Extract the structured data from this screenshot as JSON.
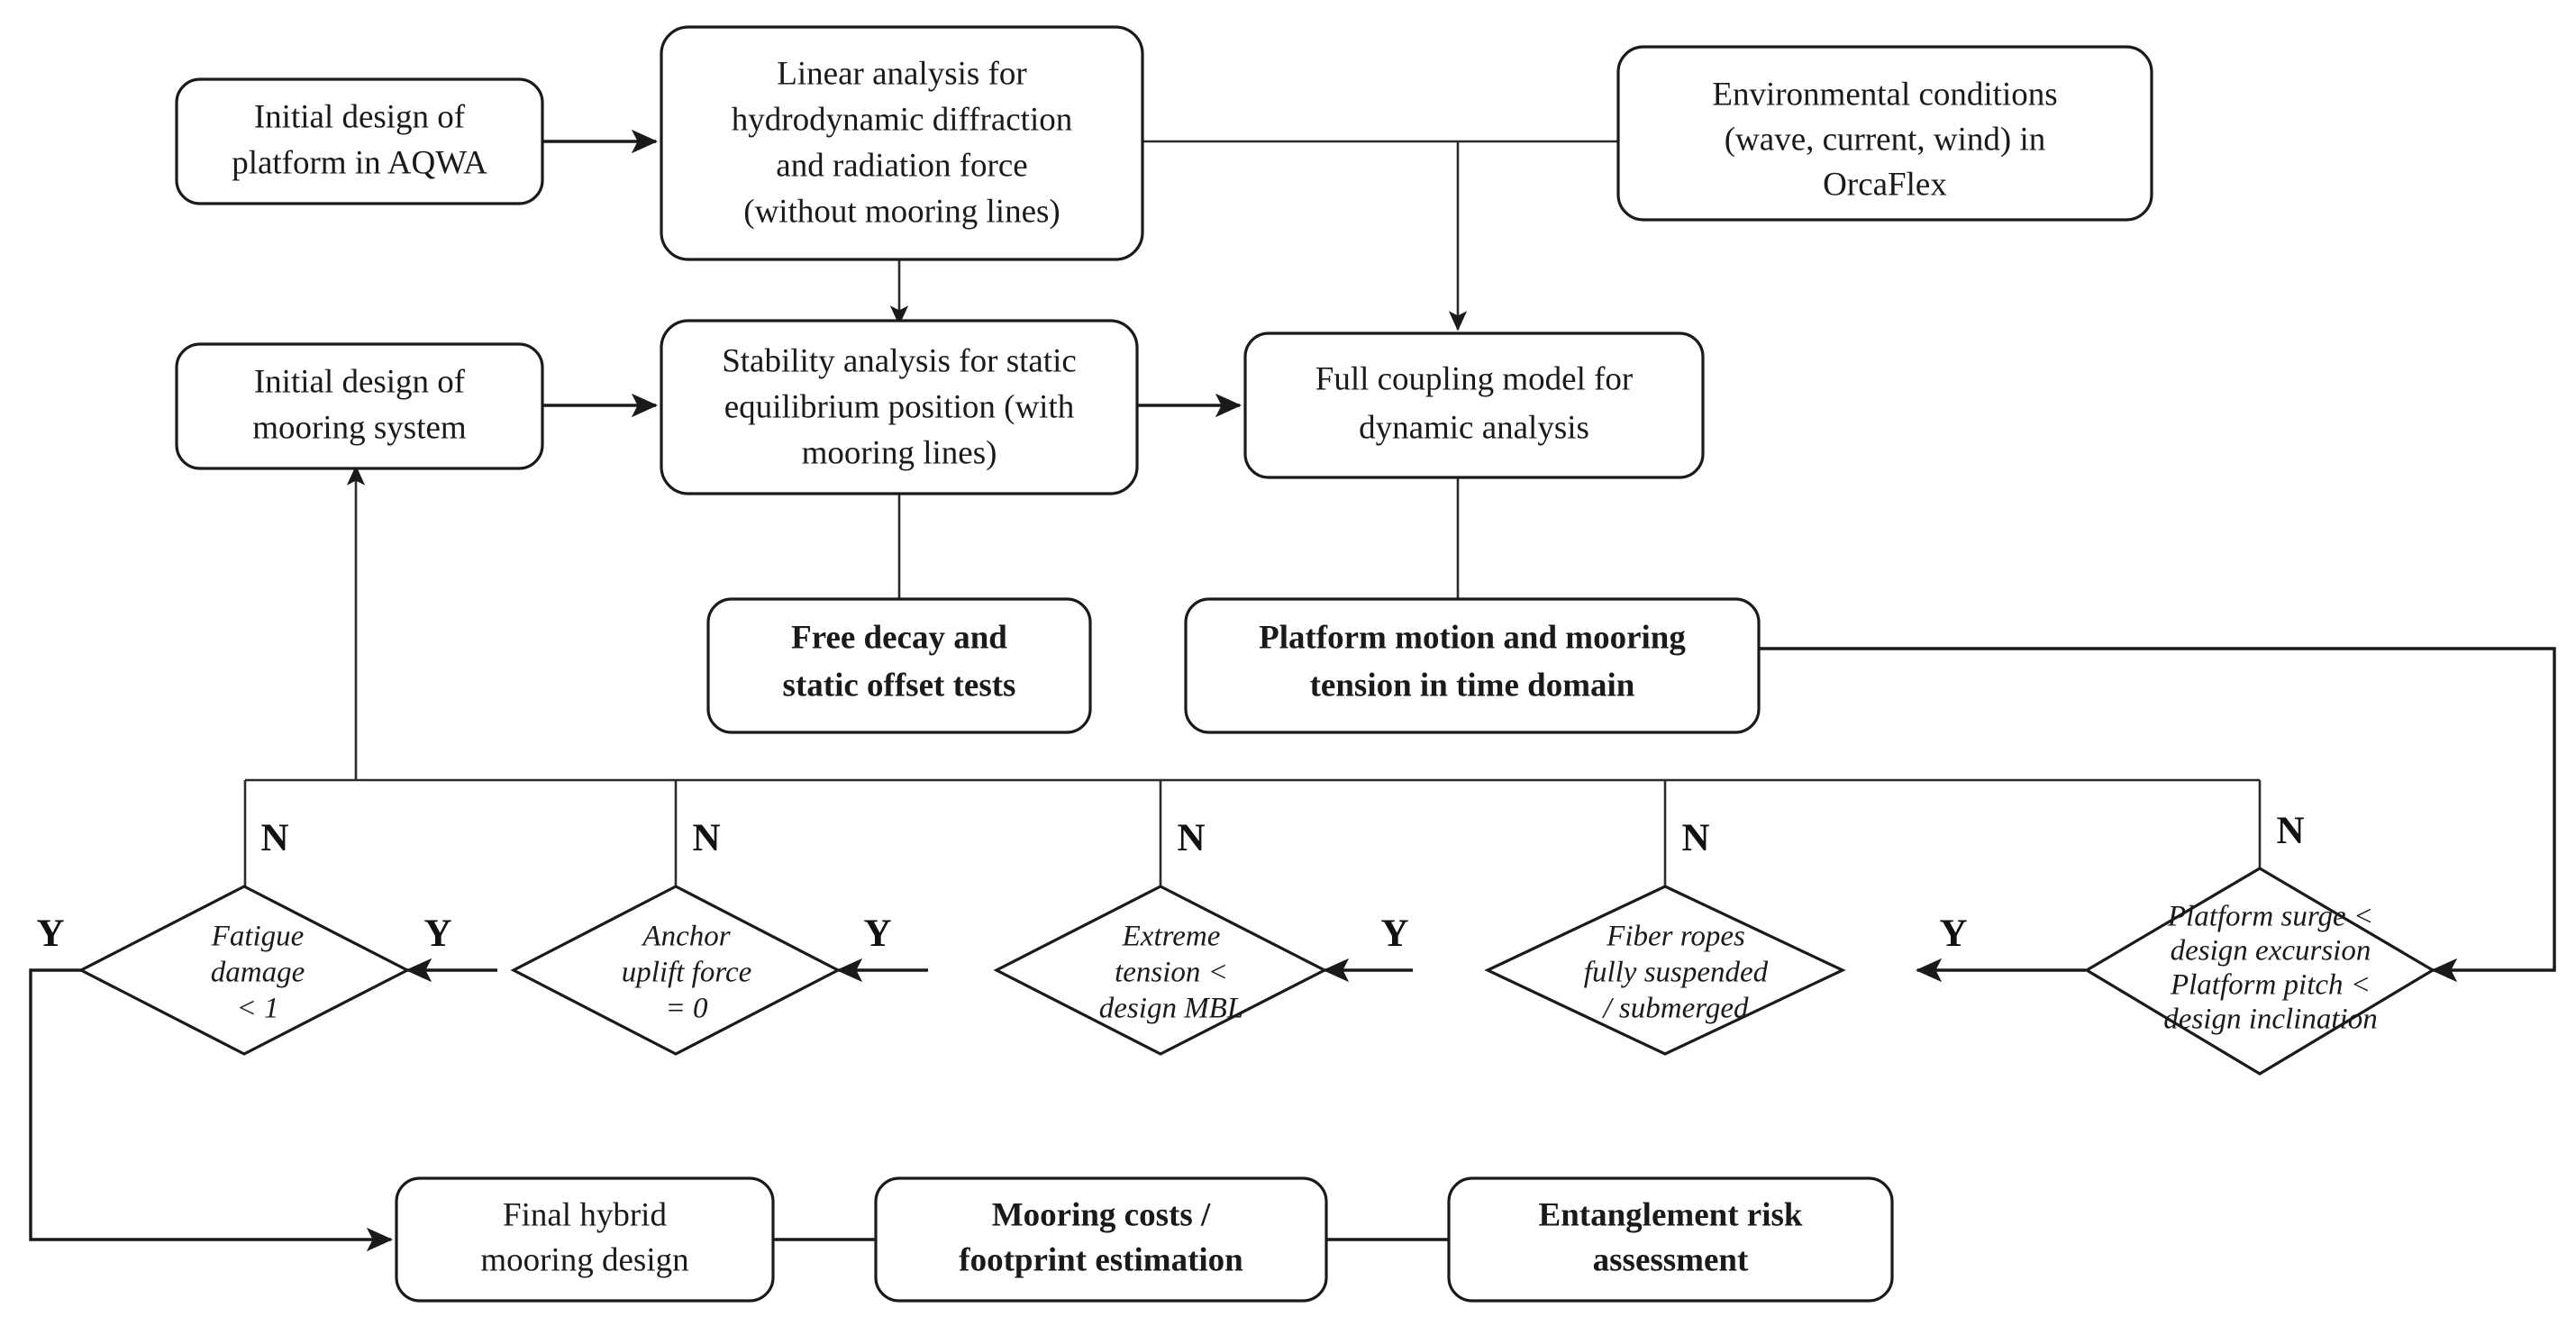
{
  "diagram": {
    "title": "Hybrid mooring system design workflow",
    "colors": {
      "stroke": "#1a1a1a",
      "fill": "#ffffff",
      "background": "#ffffff"
    },
    "process_nodes": [
      {
        "id": "initial-design-platform",
        "lines": [
          "Initial design of",
          "platform in AQWA"
        ],
        "bold": false
      },
      {
        "id": "linear-analysis",
        "lines": [
          "Linear analysis  for",
          "hydrodynamic  diffraction",
          "and radiation  force",
          "(without mooring  lines)"
        ],
        "bold": false
      },
      {
        "id": "environmental-conditions",
        "lines": [
          "Environmental  conditions",
          "(wave, current, wind) in",
          "OrcaFlex"
        ],
        "bold": false
      },
      {
        "id": "initial-design-mooring",
        "lines": [
          "Initial design of",
          "mooring system"
        ],
        "bold": false
      },
      {
        "id": "stability-analysis",
        "lines": [
          "Stability analysis  for static",
          "equilibrium position (with",
          "mooring  lines)"
        ],
        "bold": false
      },
      {
        "id": "full-coupling-model",
        "lines": [
          "Full coupling  model for",
          "dynamic  analysis"
        ],
        "bold": false
      },
      {
        "id": "free-decay-tests",
        "lines": [
          "Free decay and",
          "static offset tests"
        ],
        "bold": true
      },
      {
        "id": "platform-motion",
        "lines": [
          "Platform motion and mooring",
          "tension in time domain"
        ],
        "bold": true
      },
      {
        "id": "final-hybrid-design",
        "lines": [
          "Final hybrid",
          "mooring  design"
        ],
        "bold": false
      },
      {
        "id": "mooring-costs",
        "lines": [
          "Mooring costs /",
          "footprint estimation"
        ],
        "bold": true
      },
      {
        "id": "entanglement-risk",
        "lines": [
          "Entanglement risk",
          "assessment"
        ],
        "bold": true
      }
    ],
    "decision_nodes": [
      {
        "id": "fatigue-damage",
        "lines": [
          "Fatigue",
          "damage",
          "< 1"
        ]
      },
      {
        "id": "anchor-uplift",
        "lines": [
          "Anchor",
          "uplift force",
          "= 0"
        ]
      },
      {
        "id": "extreme-tension",
        "lines": [
          "Extreme",
          "tension <",
          "design MBL"
        ]
      },
      {
        "id": "fiber-ropes",
        "lines": [
          "Fiber ropes",
          "fully suspended",
          "/ submerged"
        ]
      },
      {
        "id": "platform-surge-pitch",
        "lines": [
          "Platform surge <",
          "design excursion",
          "Platform pitch <",
          "design inclination"
        ]
      }
    ],
    "branch_labels": {
      "yes": "Y",
      "no": "N"
    },
    "no_labels": [
      "N",
      "N",
      "N",
      "N",
      "N"
    ],
    "yes_labels": [
      "Y",
      "Y",
      "Y",
      "Y",
      "Y"
    ]
  }
}
